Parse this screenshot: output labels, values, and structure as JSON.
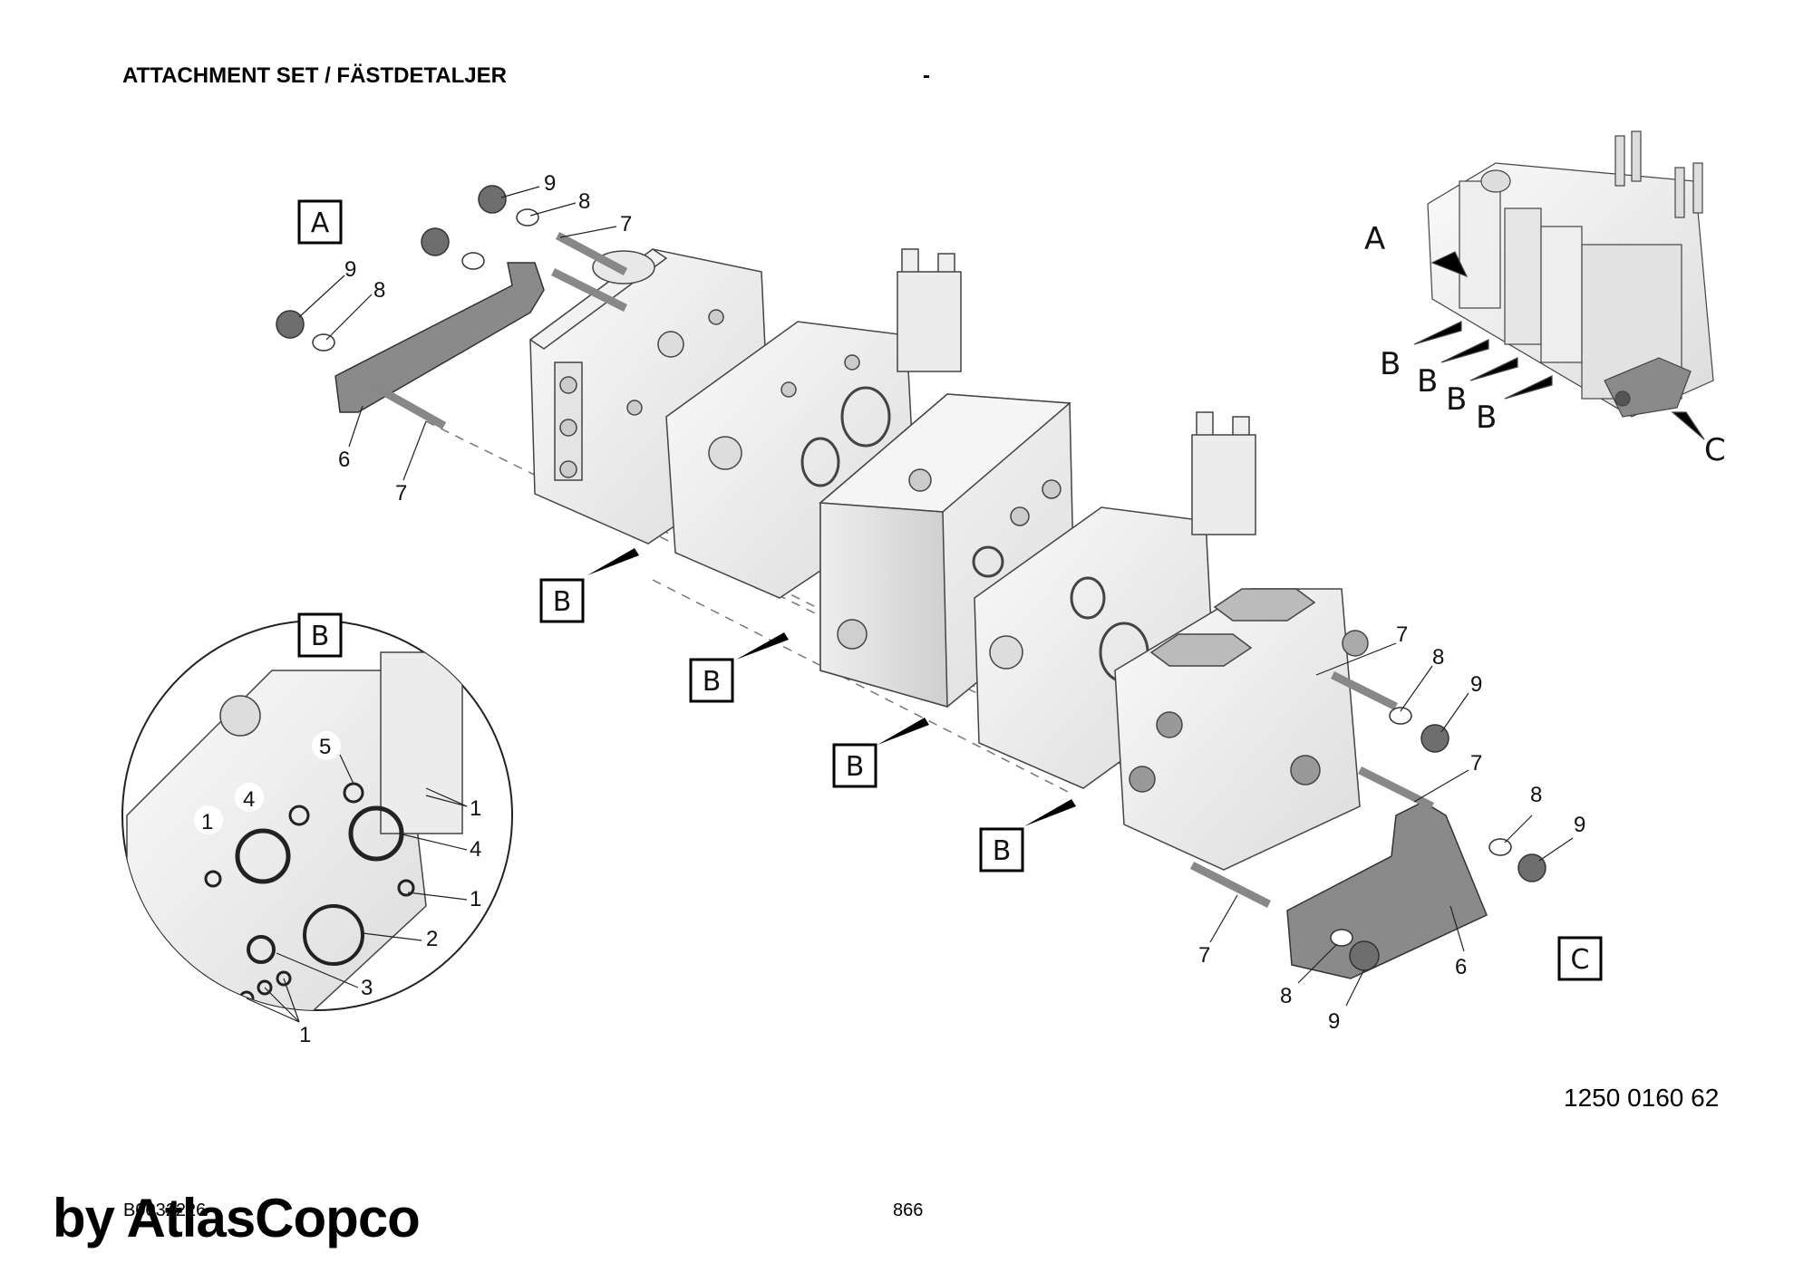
{
  "header": {
    "title": "ATTACHMENT SET / FÄSTDETALJER",
    "dash": "-"
  },
  "drawing": {
    "drawing_number": "1250 0160 62",
    "section_boxes": [
      "A",
      "B",
      "B",
      "B",
      "B",
      "B",
      "C"
    ],
    "inset_letters": [
      "A",
      "B",
      "B",
      "B",
      "B",
      "C"
    ],
    "callouts_set_a": [
      "9",
      "8",
      "7",
      "9",
      "8",
      "6",
      "7"
    ],
    "callouts_set_c": [
      "7",
      "8",
      "9",
      "7",
      "8",
      "9",
      "7",
      "6",
      "8",
      "9"
    ],
    "callouts_detail_b": [
      "5",
      "4",
      "1",
      "1",
      "4",
      "1",
      "2",
      "3",
      "1"
    ]
  },
  "footer": {
    "doc_code": "B0032226",
    "page_number": "866",
    "watermark": "by AtlasCopco"
  }
}
